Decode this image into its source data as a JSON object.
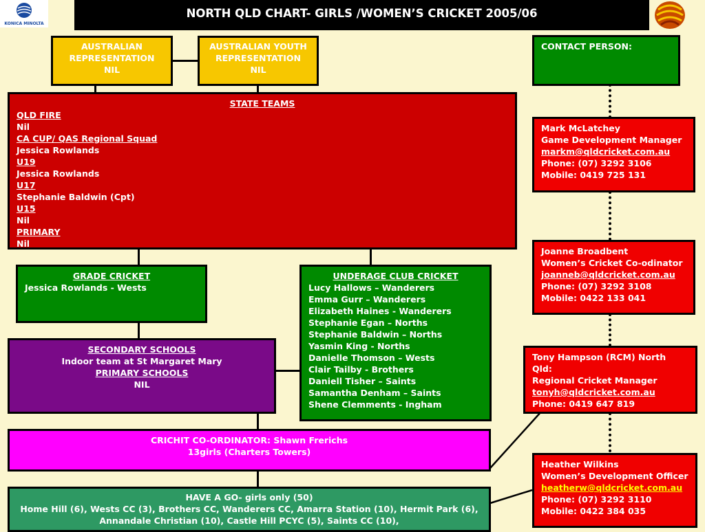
{
  "title": "NORTH QLD CHART- GIRLS /WOMEN’S CRICKET  2005/06",
  "logo_left_text": "KONICA MINOLTA",
  "australian": [
    "AUSTRALIAN",
    "REPRESENTATION",
    "NIL"
  ],
  "youth": [
    "AUSTRALIAN YOUTH",
    "REPRESENTATION",
    "NIL"
  ],
  "contact_label": "CONTACT PERSON:",
  "state": {
    "heading": "STATE TEAMS",
    "lines": [
      {
        "text": "QLD FIRE",
        "u": true
      },
      {
        "text": "Nil",
        "u": false
      },
      {
        "text": "CA CUP/ QAS Regional Squad",
        "u": true
      },
      {
        "text": "Jessica Rowlands",
        "u": false
      },
      {
        "text": "U19",
        "u": true
      },
      {
        "text": "Jessica Rowlands",
        "u": false
      },
      {
        "text": "U17",
        "u": true
      },
      {
        "text": "Stephanie Baldwin (Cpt)",
        "u": false
      },
      {
        "text": "U15",
        "u": true
      },
      {
        "text": "Nil",
        "u": false
      },
      {
        "text": "PRIMARY",
        "u": true
      },
      {
        "text": "Nil",
        "u": false
      }
    ]
  },
  "grade": {
    "heading": "GRADE CRICKET",
    "text": "Jessica Rowlands - Wests"
  },
  "underage": {
    "heading": "UNDERAGE CLUB CRICKET",
    "players": [
      "Lucy Hallows – Wanderers",
      "Emma Gurr – Wanderers",
      "Elizabeth Haines - Wanderers",
      "Stephanie Egan – Norths",
      "Stephanie Baldwin – Norths",
      "Yasmin King - Norths",
      "Danielle Thomson – Wests",
      "Clair Tailby - Brothers",
      "Daniell Tisher – Saints",
      "Samantha Denham – Saints",
      "Shene Clemments - Ingham"
    ]
  },
  "schools": {
    "secondary_heading": "SECONDARY SCHOOLS",
    "secondary_text": "Indoor team at St Margaret Mary",
    "primary_heading": "PRIMARY SCHOOLS",
    "primary_text": "NIL"
  },
  "coordinator": {
    "line1": "CRICHIT CO-ORDINATOR: Shawn Frerichs",
    "line2": "13girls (Charters Towers)"
  },
  "havego": {
    "line1": "HAVE A GO- girls only (50)",
    "line2": "Home Hill (6), Wests CC (3), Brothers CC, Wanderers CC, Amarra Station (10), Hermit Park (6),",
    "line3": "Annandale Christian (10), Castle Hill PCYC (5), Saints CC (10),"
  },
  "contacts": [
    {
      "name": "Mark McLatchey",
      "role": "Game Development Manager",
      "email": "markm@qldcricket.com.au",
      "phone": "Phone: (07) 3292 3106",
      "mobile": "Mobile: 0419 725 131"
    },
    {
      "name": "Joanne Broadbent",
      "role": "Women’s Cricket Co-odinator",
      "email": "joanneb@qldcricket.com.au",
      "phone": "Phone: (07) 3292 3108",
      "mobile": "Mobile: 0422 133 041"
    },
    {
      "name": "Tony Hampson (RCM) North Qld:",
      "role": "Regional Cricket Manager",
      "email": "tonyh@qldcricket.com.au",
      "phone": "Phone: 0419 647 819",
      "mobile": ""
    },
    {
      "name": "Heather Wilkins",
      "role": "Women’s Development Officer",
      "email": "heatherw@qldcricket.com.au",
      "phone": "Phone: (07) 3292 3110",
      "mobile": "Mobile: 0422 384 035"
    }
  ],
  "colors": {
    "background": "#fbf6cf",
    "yellow": "#f7c700",
    "red": "#f00000",
    "green": "#008a00",
    "purple": "#7a0a88",
    "magenta": "#ff00ff",
    "teal": "#2e9963"
  }
}
